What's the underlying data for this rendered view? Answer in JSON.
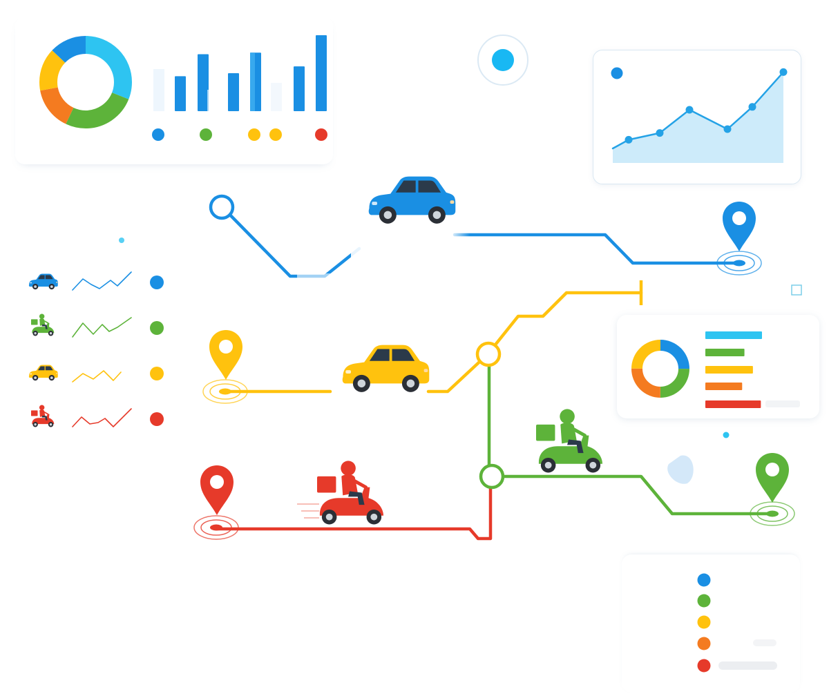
{
  "colors": {
    "blue": "#1a8fe3",
    "green": "#5db33a",
    "yellow": "#ffc20e",
    "orange": "#f47b20",
    "red": "#e63a2a",
    "cyan": "#2ec4f1",
    "light_blue_fill": "#cdebfa"
  },
  "top_left_card": {
    "donut_segments": [
      {
        "color": "cyan",
        "share": 0.31
      },
      {
        "color": "green",
        "share": 0.26
      },
      {
        "color": "orange",
        "share": 0.15
      },
      {
        "color": "yellow",
        "share": 0.15
      },
      {
        "color": "blue",
        "share": 0.13
      }
    ],
    "bar_heights_relative": [
      0.46,
      0.75,
      0.5,
      0.77,
      0.59,
      1.0
    ],
    "legend_dot_colors": [
      "blue",
      "green",
      "yellow",
      "yellow",
      "red"
    ]
  },
  "top_right_card": {
    "line_values": [
      0.15,
      0.24,
      0.31,
      0.55,
      0.35,
      0.58,
      0.94
    ]
  },
  "mid_right_card": {
    "donut_segments": [
      {
        "color": "blue",
        "share": 0.25
      },
      {
        "color": "green",
        "share": 0.25
      },
      {
        "color": "orange",
        "share": 0.25
      },
      {
        "color": "yellow",
        "share": 0.25
      }
    ],
    "bars": [
      {
        "color": "cyan",
        "share": 1.0
      },
      {
        "color": "green",
        "share": 0.69
      },
      {
        "color": "yellow",
        "share": 0.84
      },
      {
        "color": "orange",
        "share": 0.65
      },
      {
        "color": "red",
        "share": 0.98
      }
    ]
  },
  "left_legend": [
    {
      "icon": "car-icon",
      "color": "blue"
    },
    {
      "icon": "scooter-icon",
      "color": "green"
    },
    {
      "icon": "car-icon",
      "color": "yellow"
    },
    {
      "icon": "scooter-icon",
      "color": "red"
    }
  ],
  "routes": [
    {
      "name": "blue-route",
      "color": "blue",
      "vehicle": "car-icon"
    },
    {
      "name": "yellow-route",
      "color": "yellow",
      "vehicle": "car-icon"
    },
    {
      "name": "green-route",
      "color": "green",
      "vehicle": "scooter-icon"
    },
    {
      "name": "red-route",
      "color": "red",
      "vehicle": "scooter-icon"
    }
  ],
  "bottom_right_legend": {
    "dot_colors": [
      "blue",
      "green",
      "yellow",
      "orange",
      "red"
    ]
  }
}
